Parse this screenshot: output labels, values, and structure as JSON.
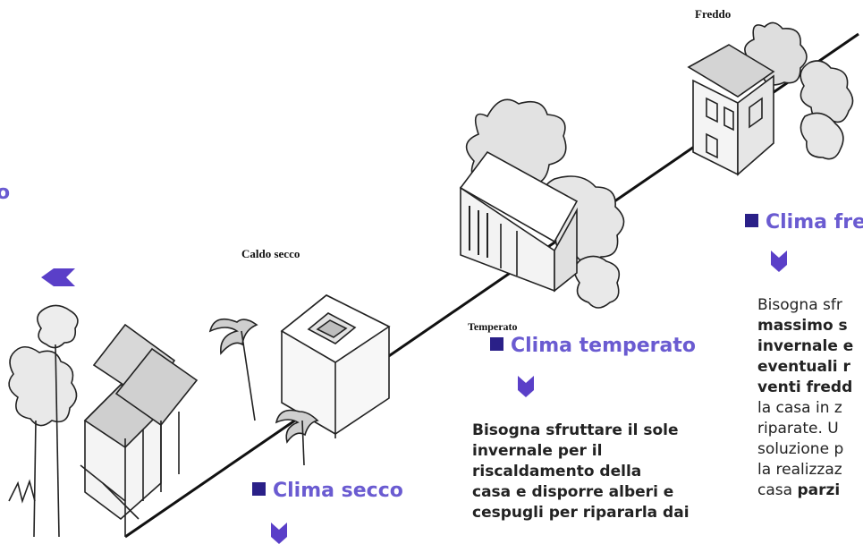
{
  "illustration": {
    "labels": {
      "freddo": "Freddo",
      "caldo_secco": "Caldo secco",
      "temperato": "Temperato"
    }
  },
  "left_fragment": {
    "text": "o"
  },
  "sections": {
    "secco": {
      "heading": "Clima secco"
    },
    "temperato": {
      "heading": "Clima temperato",
      "body": [
        "Bisogna sfruttare il sole",
        "invernale per il",
        "riscaldamento della",
        "casa e disporre alberi e",
        "cespugli per ripararla dai"
      ]
    },
    "freddo": {
      "heading": "Clima fre",
      "body_bold": [
        "massimo s",
        "invernale e",
        "eventuali r",
        "venti fredd"
      ],
      "body_first": "Bisogna sfr",
      "body_rest": [
        "la casa in z",
        "riparate. U",
        "soluzione p",
        "la realizzaz"
      ],
      "body_last_plain": "casa ",
      "body_last_bold": "parzi"
    }
  },
  "colors": {
    "heading": "#6a5bd1",
    "bullet": "#2a2088",
    "arrow": "#5a3fc8"
  }
}
